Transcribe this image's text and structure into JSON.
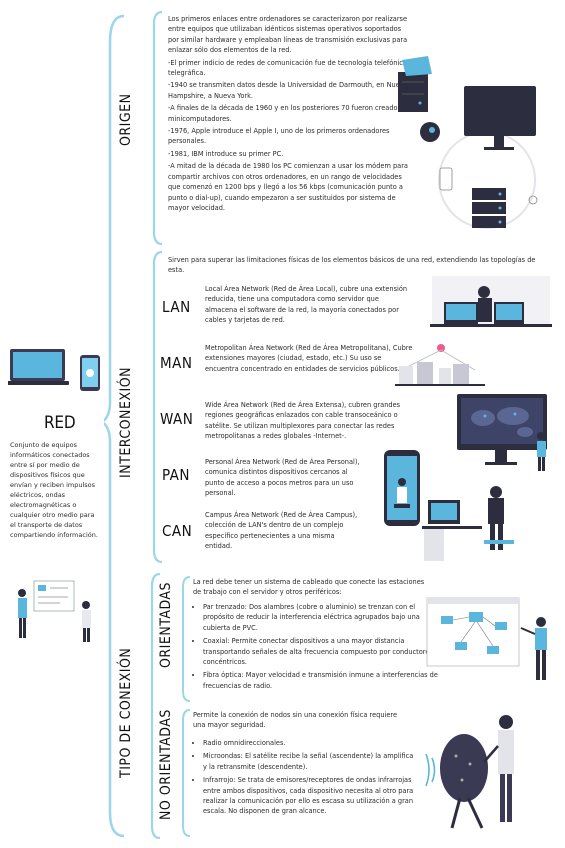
{
  "left": {
    "title": "RED",
    "description": "Conjunto de equipos informáticos conectados entre sí por medio de dispositivos físicos que envían y reciben impulsos eléctricos, ondas electromagnéticas o cualquier otro medio para el transporte de datos compartiendo información."
  },
  "sections": {
    "origen": "ORIGEN",
    "interconexion": "INTERCONEXIÓN",
    "tipo": "TIPO DE CONEXIÓN",
    "orientadas": "ORIENTADAS",
    "no_orientadas": "NO ORIENTADAS"
  },
  "origen": {
    "p1": "Los primeros enlaces entre ordenadores se caracterizaron por realizarse entre equipos que utilizaban idénticos sistemas operativos soportados por similar hardware y empleaban líneas de transmisión exclusivas para enlazar sólo dos elementos de la red.",
    "p2": "-El primer indicio de redes de comunicación fue de tecnología telefónica y telegráfica.",
    "p3": "-1940 se transmiten datos desde la Universidad de Darmouth, en Nuevo Hampshire, a Nueva York.",
    "p4": "-A finales de la década de 1960 y en los posteriores 70 fueron creados los minicomputadores.",
    "p5": "-1976, Apple introduce el Apple I, uno de los primeros ordenadores personales.",
    "p6": "-1981, IBM introduce su primer PC.",
    "p7": "-A mitad de la década de 1980 los PC comienzan a usar los módem para compartir archivos con otros ordenadores, en un rango de velocidades que comenzó en 1200 bps y llegó a los 56 kbps (comunicación punto a punto o dial-up), cuando empezaron a ser sustituidos por sistema de mayor velocidad."
  },
  "interconexion": {
    "intro": "Sirven para superar las limitaciones físicas de los elementos básicos de una red, extendiendo las topologías de esta.",
    "items": [
      {
        "acronym": "LAN",
        "text": "Local Área Network (Red de Área Local), cubre una extensión reducida, tiene una computadora como servidor que almacena el software de la red, la mayoría conectados por cables y tarjetas de red."
      },
      {
        "acronym": "MAN",
        "text": "Metropolitan Área Network (Red de Área Metropolitana), Cubre extensiones mayores (ciudad, estado, etc.) Su uso se encuentra concentrado en entidades de servicios públicos."
      },
      {
        "acronym": "WAN",
        "text": "Wide Área Network (Red de Área Extensa), cubren grandes regiones geográficas enlazados con cable transoceánico o satélite. Se utilizan multiplexores para conectar las redes metropolitanas a redes globales -Internet-."
      },
      {
        "acronym": "PAN",
        "text": "Personal Área Network (Red de Área Personal), comunica distintos dispositivos cercanos al punto de acceso a pocos metros para un uso personal."
      },
      {
        "acronym": "CAN",
        "text": "Campus Área Network (Red de Área Campus), colección de LAN's dentro de un complejo específico pertenecientes a una misma entidad."
      }
    ]
  },
  "orientadas": {
    "intro": "La red debe tener un sistema de cableado que conecte las estaciones de trabajo con el servidor y otros periféricos:",
    "items": [
      "Par trenzado: Dos alambres (cobre o aluminio) se trenzan con el propósito de reducir la interferencia eléctrica agrupados bajo una cubierta de PVC.",
      "Coaxial: Permite conectar dispositivos a una mayor distancia transportando señales de alta frecuencia compuesto por conductores concéntricos.",
      "Fibra óptica: Mayor velocidad e transmisión inmune a interferencias de frecuencias de radio."
    ]
  },
  "no_orientadas": {
    "intro": "Permite la conexión de nodos sin una conexión física requiere una mayor seguridad.",
    "items": [
      "Radio omnidireccionales.",
      "Microondas: El satélite recibe la señal (ascendente) la amplifica y la retransmite (descendente).",
      "Infrarrojo: Se trata de emisores/receptores de ondas infrarrojas entre ambos dispositivos, cada dispositivo necesita al otro para realizar la comunicación por ello es escasa su utilización a gran escala. No disponen de gran alcance."
    ]
  }
}
